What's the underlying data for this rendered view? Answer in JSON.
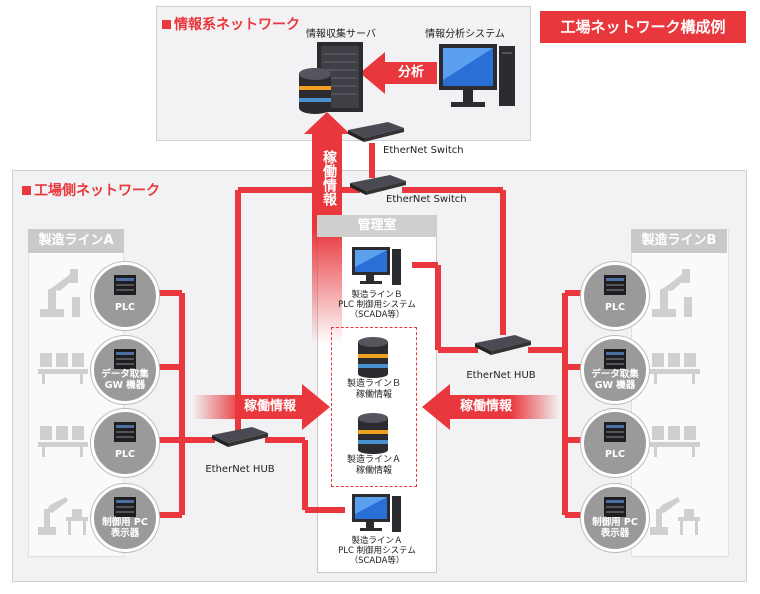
{
  "colors": {
    "accent": "#e8383d",
    "panel": "#f2f2f4",
    "gray": "#c9c9c9",
    "device": "#2b2b30"
  },
  "badge": "工場ネットワーク構成例",
  "info_network": {
    "title": "情報系ネットワーク",
    "server_label": "情報収集サーバ",
    "analysis_label": "情報分析システム",
    "analysis_arrow": "分析"
  },
  "factory_network": {
    "title": "工場側ネットワーク",
    "operation_vertical": "稼働情報",
    "switch_top": "EtherNet Switch",
    "switch_bottom": "EtherNet Switch",
    "hub_left": "EtherNet HUB",
    "hub_right": "EtherNet HUB",
    "arrow_left": "稼働情報",
    "arrow_right": "稼働情報"
  },
  "line_a": {
    "title": "製造ラインA",
    "devices": [
      "PLC",
      "データ取集\nGW 機器",
      "PLC",
      "制御用 PC\n表示器"
    ]
  },
  "line_b": {
    "title": "製造ラインB",
    "devices": [
      "PLC",
      "データ取集\nGW 機器",
      "PLC",
      "制御用 PC\n表示器"
    ]
  },
  "control_room": {
    "title": "管理室",
    "scada_b": "製造ラインＢ\nPLC 制御用システム\n（SCADA等）",
    "data_b": "製造ラインＢ\n稼働情報",
    "data_a": "製造ラインＡ\n稼働情報",
    "scada_a": "製造ラインＡ\nPLC 制御用システム\n（SCADA等）"
  }
}
